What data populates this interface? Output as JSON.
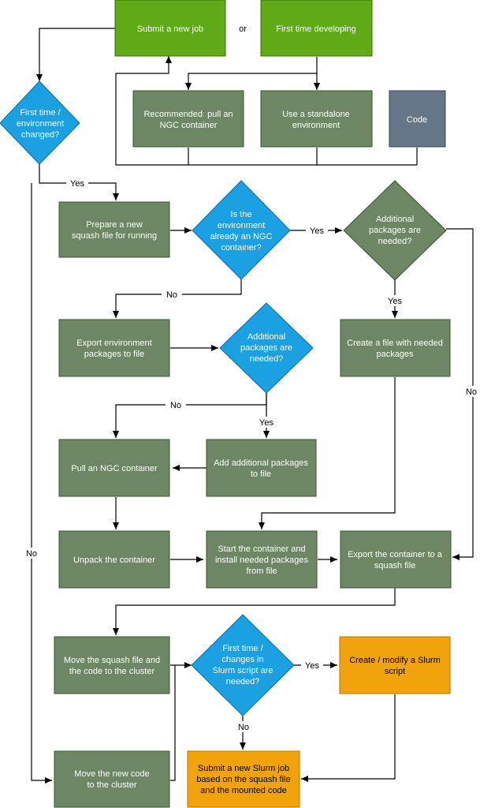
{
  "colors": {
    "green_bright": "#60a917",
    "green_dark": "#6d8764",
    "blue": "#1ba1e2",
    "slate": "#647687",
    "orange": "#f0a30a",
    "node_text": "#ffffff",
    "node_text_orange": "#000000",
    "edge": "#000000"
  },
  "nodes": {
    "submit_job": "Submit a new job",
    "or_text": "or",
    "first_dev": "First time developing",
    "first_env_changed": "First time /\nenvironment\nchanged?",
    "recommended_ngc": "Recommended: pull an\nNGC container",
    "standalone_env": "Use a standalone\nenvironment",
    "code": "Code",
    "prepare_squash": "Prepare a new\nsquash file for running",
    "is_ngc": "Is the\nenvironment\nalready an NGC\ncontainer?",
    "additional_pkgs_1": "Additional\npackages are\nneeded?",
    "export_env": "Export environment\npackages to file",
    "additional_pkgs_2": "Additional\npackages are\nneeded?",
    "create_file": "Create a file with needed\npackages",
    "pull_ngc": "Pull an NGC container",
    "add_pkgs": "Add additional packages\nto file",
    "unpack": "Unpack the container",
    "start_container": "Start the container and\ninstall needed packages\nfrom file",
    "export_squash": "Export the container to a\nsquash file",
    "move_squash": "Move the squash file and\nthe code to the cluster",
    "slurm_changes": "First time /\nchanges in\nSlurm script are\nneeded?",
    "create_slurm": "Create / modify a Slurm\nscript",
    "move_code": "Move the new code\nto the cluster",
    "submit_slurm": "Submit a new Slurm job\nbased on the squash file\nand the mounted code"
  },
  "edge_labels": {
    "yes_first": "Yes",
    "no_first": "No",
    "yes_ngc": "Yes",
    "no_ngc": "No",
    "yes_add1": "Yes",
    "no_add1": "No",
    "no_add2": "No",
    "yes_add2": "Yes",
    "yes_slurm": "Yes",
    "no_slurm": "No"
  }
}
